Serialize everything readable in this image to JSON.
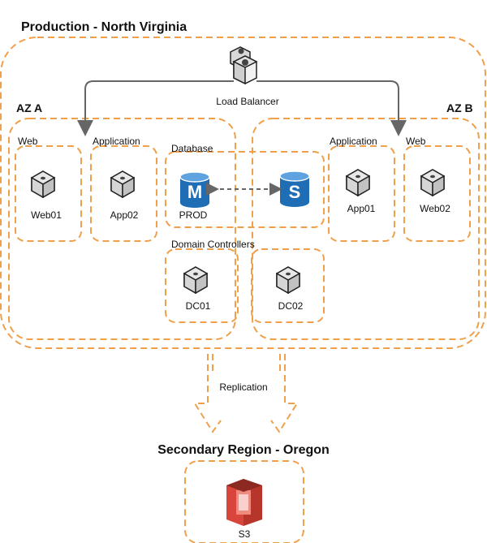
{
  "regions": {
    "production": "Production - North Virginia",
    "secondary": "Secondary Region - Oregon"
  },
  "azs": {
    "a": "AZ A",
    "b": "AZ B"
  },
  "groups": {
    "web_a": "Web",
    "app_a": "Application",
    "database": "Database",
    "app_b": "Application",
    "web_b": "Web",
    "domain_controllers": "Domain Controllers"
  },
  "nodes": {
    "load_balancer": "Load Balancer",
    "web01": "Web01",
    "app02": "App02",
    "prod": "PROD",
    "app01": "App01",
    "web02": "Web02",
    "dc01": "DC01",
    "dc02": "DC02",
    "s3": "S3"
  },
  "db_badges": {
    "master": "M",
    "slave": "S"
  },
  "links": {
    "replication": "Replication"
  },
  "colors": {
    "dashed_border": "#F0A04B",
    "db_blue": "#1E6DB5",
    "s3_red": "#D9453A",
    "arrow_gray": "#666666"
  },
  "icons": {
    "server": "server-cube-icon",
    "database": "database-cylinder-icon",
    "load_balancer": "load-balancer-icon",
    "s3": "s3-bucket-icon"
  }
}
